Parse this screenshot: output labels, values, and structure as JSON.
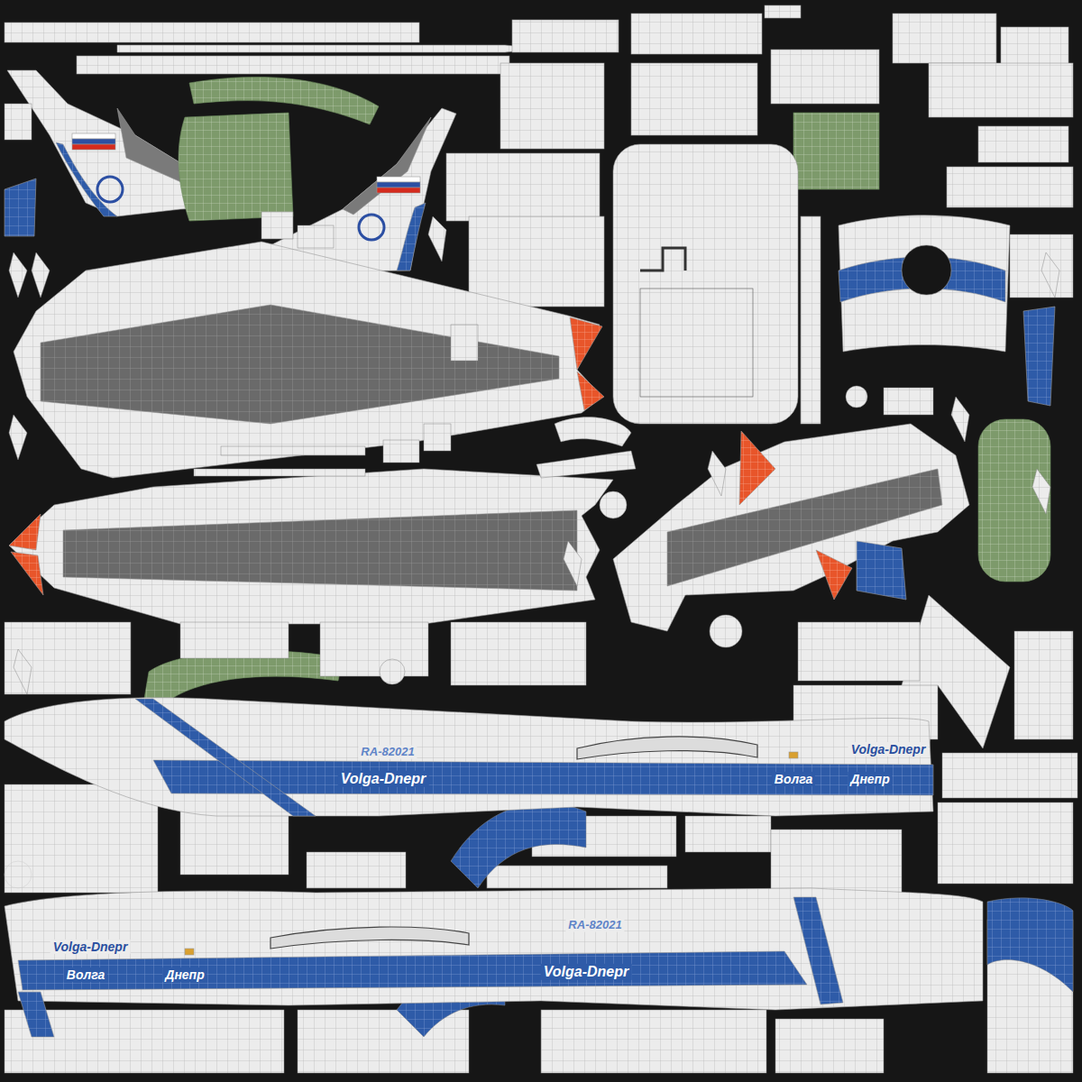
{
  "diagram": {
    "labels": [
      "RA-82021",
      "Volga-Dnepr",
      "Volga-Dnepr",
      "Волга",
      "Днепр",
      "Volga-Dnepr",
      "RA-82021",
      "Волга",
      "Днепр",
      "Volga-Dnepr"
    ]
  }
}
